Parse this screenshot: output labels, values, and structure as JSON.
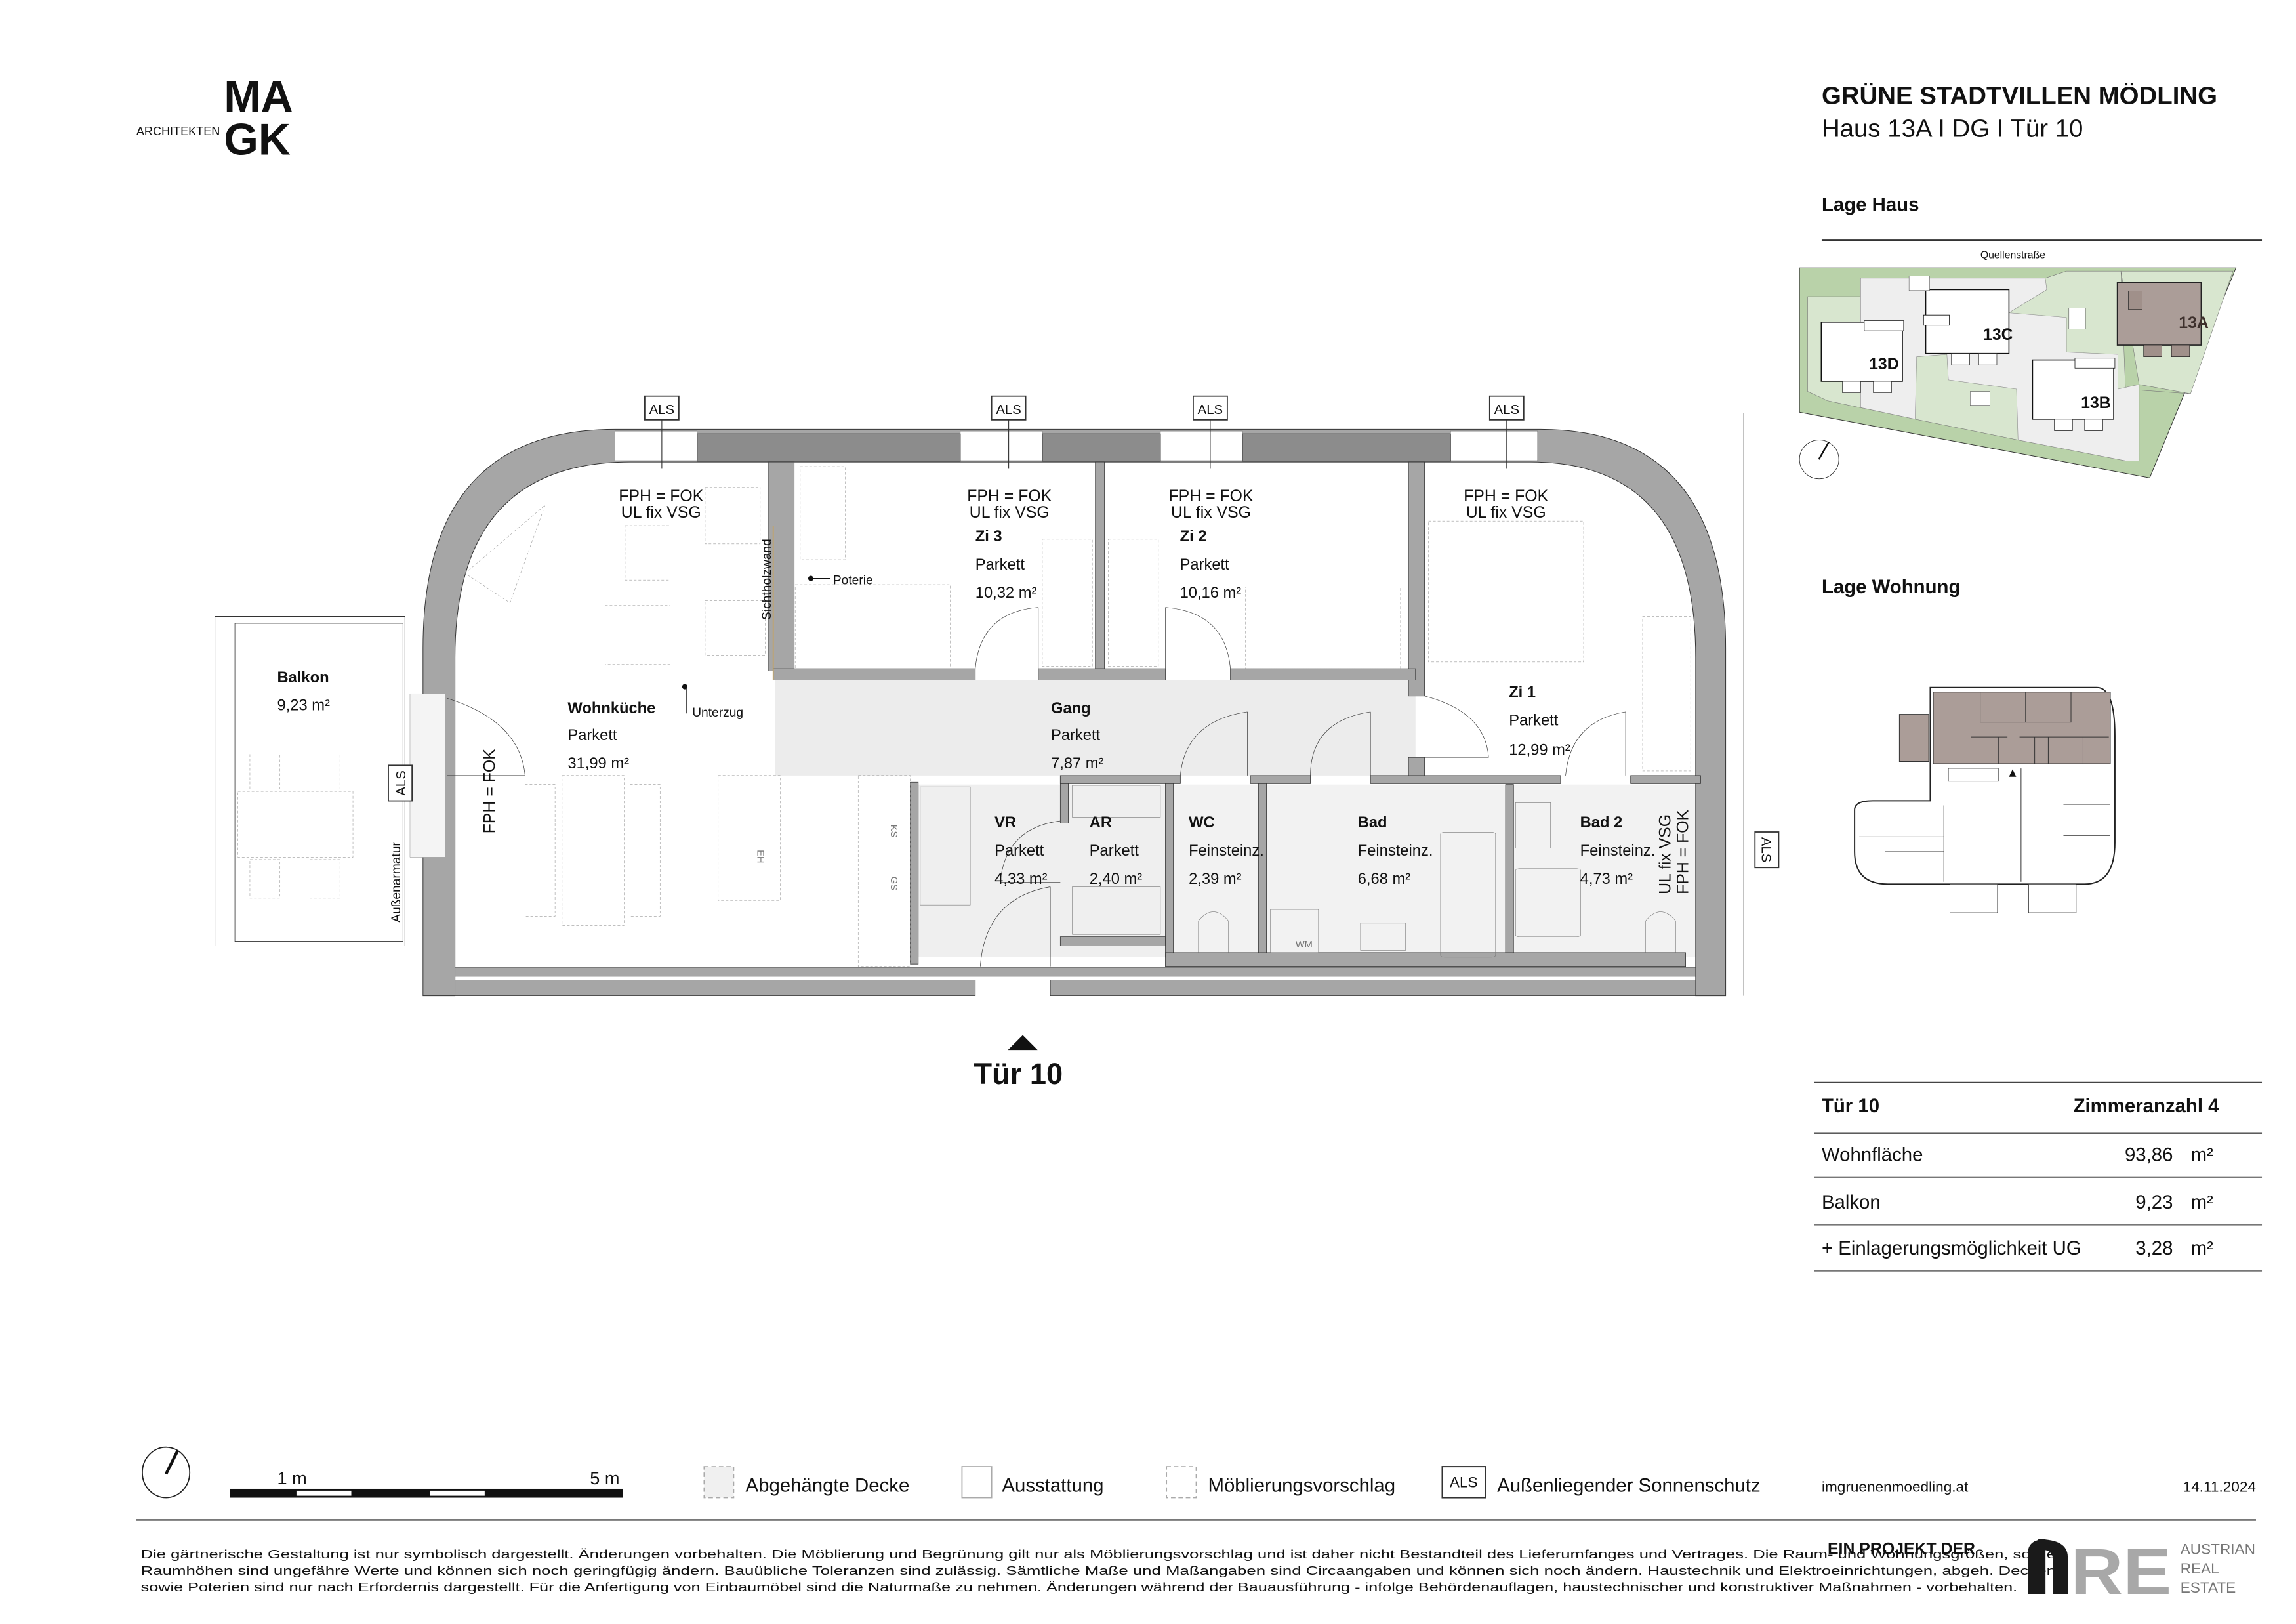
{
  "header": {
    "logo_small": "ARCHITEKTEN",
    "logo_line1": "MA",
    "logo_line2": "GK",
    "project_title": "GRÜNE STADTVILLEN MÖDLING",
    "subtitle": "Haus 13A I DG I Tür 10"
  },
  "site_plan": {
    "heading": "Lage Haus",
    "street": "Quellenstraße",
    "houses": [
      "13D",
      "13C",
      "13A",
      "13B"
    ],
    "highlight_color": "#ab9d98",
    "garden_color": "#b9d2a9"
  },
  "unit_location": {
    "heading": "Lage Wohnung"
  },
  "floor_plan": {
    "als": "ALS",
    "window_note_1": "FPH = FOK",
    "window_note_2": "UL fix VSG",
    "rooms": [
      {
        "name": "Balkon",
        "floor": "",
        "area": "9,23 m²"
      },
      {
        "name": "Wohnküche",
        "floor": "Parkett",
        "area": "31,99 m²"
      },
      {
        "name": "Zi 3",
        "floor": "Parkett",
        "area": "10,32 m²"
      },
      {
        "name": "Zi 2",
        "floor": "Parkett",
        "area": "10,16 m²"
      },
      {
        "name": "Gang",
        "floor": "Parkett",
        "area": "7,87 m²"
      },
      {
        "name": "Zi 1",
        "floor": "Parkett",
        "area": "12,99 m²"
      },
      {
        "name": "VR",
        "floor": "Parkett",
        "area": "4,33 m²"
      },
      {
        "name": "AR",
        "floor": "Parkett",
        "area": "2,40 m²"
      },
      {
        "name": "WC",
        "floor": "Feinsteinz.",
        "area": "2,39 m²"
      },
      {
        "name": "Bad",
        "floor": "Feinsteinz.",
        "area": "6,68 m²"
      },
      {
        "name": "Bad 2",
        "floor": "Feinsteinz.",
        "area": "4,73 m²"
      }
    ],
    "annotations": {
      "sichtholzwand": "Sichtholzwand",
      "poterie": "Poterie",
      "unterzug": "Unterzug",
      "fph_fok": "FPH = FOK",
      "ul_fix_vsg": "UL fix VSG",
      "aussenarmatur": "Außenarmatur",
      "wm": "WM",
      "ks": "KS",
      "gs": "GS",
      "eh": "EH"
    },
    "entrance": "Tür 10"
  },
  "summary_table": {
    "door": "Tür  10",
    "rooms": "Zimmeranzahl  4",
    "rows": [
      {
        "label": "Wohnfläche",
        "value": "93,86",
        "unit": "m²"
      },
      {
        "label": "Balkon",
        "value": "9,23",
        "unit": "m²"
      },
      {
        "label": "+ Einlagerungsmöglichkeit UG",
        "value": "3,28",
        "unit": "m²"
      }
    ]
  },
  "legend": {
    "scale_1": "1 m",
    "scale_5": "5 m",
    "items": [
      "Abgehängte Decke",
      "Ausstattung",
      "Möblierungsvorschlag",
      "Außenliegender Sonnenschutz"
    ],
    "als": "ALS",
    "website": "imgruenenmoedling.at",
    "date": "14.11.2024"
  },
  "footer": {
    "disclaimer": [
      "Die gärtnerische Gestaltung ist nur symbolisch dargestellt. Änderungen vorbehalten. Die Möblierung und Begrünung gilt nur als Möblierungsvorschlag und ist daher nicht Bestandteil des Lieferumfanges und Vertrages. Die Raum- und Wohnungsgrößen, sowie",
      "Raumhöhen sind ungefähre Werte und können sich noch geringfügig ändern. Bauübliche Toleranzen sind zulässig. Sämtliche Maße und Maßangaben sind Circaangaben und können sich noch ändern. Haustechnik und Elektroeinrichtungen, abgeh. Decken",
      "sowie Poterien sind nur nach Erfordernis dargestellt. Für die Anfertigung von Einbaumöbel sind die Naturmaße zu nehmen. Änderungen während der Bauausführung - infolge Behördenauflagen, haustechnischer und konstruktiver Maßnahmen - vorbehalten."
    ],
    "project_by": "EIN PROJEKT DER",
    "partner_logo": "RE",
    "partner_name": [
      "AUSTRIAN",
      "REAL",
      "ESTATE"
    ]
  }
}
